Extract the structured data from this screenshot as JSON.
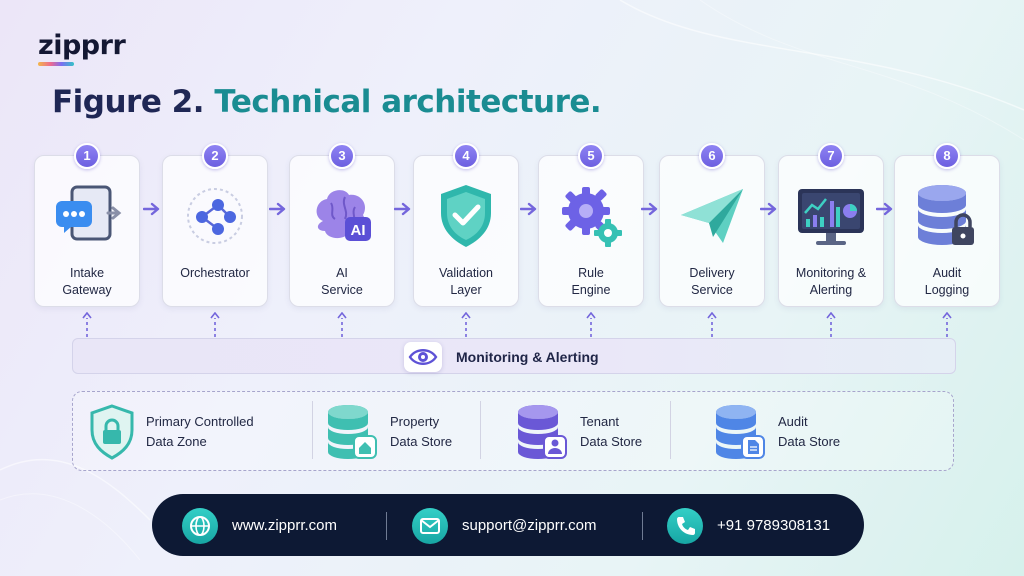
{
  "brand": {
    "logo": "zipprr"
  },
  "title": {
    "prefix": "Figure 2.",
    "main": "Technical architecture."
  },
  "stages": [
    {
      "number": "1",
      "line1": "Intake",
      "line2": "Gateway",
      "icon": "chat-gateway-icon"
    },
    {
      "number": "2",
      "line1": "Orchestrator",
      "line2": "",
      "icon": "network-nodes-icon"
    },
    {
      "number": "3",
      "line1": "AI",
      "line2": "Service",
      "icon": "ai-brain-icon"
    },
    {
      "number": "4",
      "line1": "Validation",
      "line2": "Layer",
      "icon": "shield-check-icon"
    },
    {
      "number": "5",
      "line1": "Rule",
      "line2": "Engine",
      "icon": "gears-icon"
    },
    {
      "number": "6",
      "line1": "Delivery",
      "line2": "Service",
      "icon": "paper-plane-icon"
    },
    {
      "number": "7",
      "line1": "Monitoring &",
      "line2": "Alerting",
      "icon": "dashboard-monitor-icon"
    },
    {
      "number": "8",
      "line1": "Audit",
      "line2": "Logging",
      "icon": "database-lock-icon"
    }
  ],
  "monitoring": {
    "label": "Monitoring & Alerting",
    "icon": "eye-icon"
  },
  "data_zone": [
    {
      "line1": "Primary Controlled",
      "line2": "Data Zone",
      "icon": "shield-lock-icon"
    },
    {
      "line1": "Property",
      "line2": "Data Store",
      "icon": "database-home-icon"
    },
    {
      "line1": "Tenant",
      "line2": "Data Store",
      "icon": "database-user-icon"
    },
    {
      "line1": "Audit",
      "line2": "Data Store",
      "icon": "database-document-icon"
    }
  ],
  "footer": {
    "website": "www.zipprr.com",
    "email": "support@zipprr.com",
    "phone": "+91 9789308131",
    "icons": [
      "globe-icon",
      "mail-icon",
      "phone-icon"
    ]
  },
  "colors": {
    "accent_purple": "#7b6ef2",
    "accent_teal": "#1a8c92",
    "footer_bg": "#0d1934"
  }
}
